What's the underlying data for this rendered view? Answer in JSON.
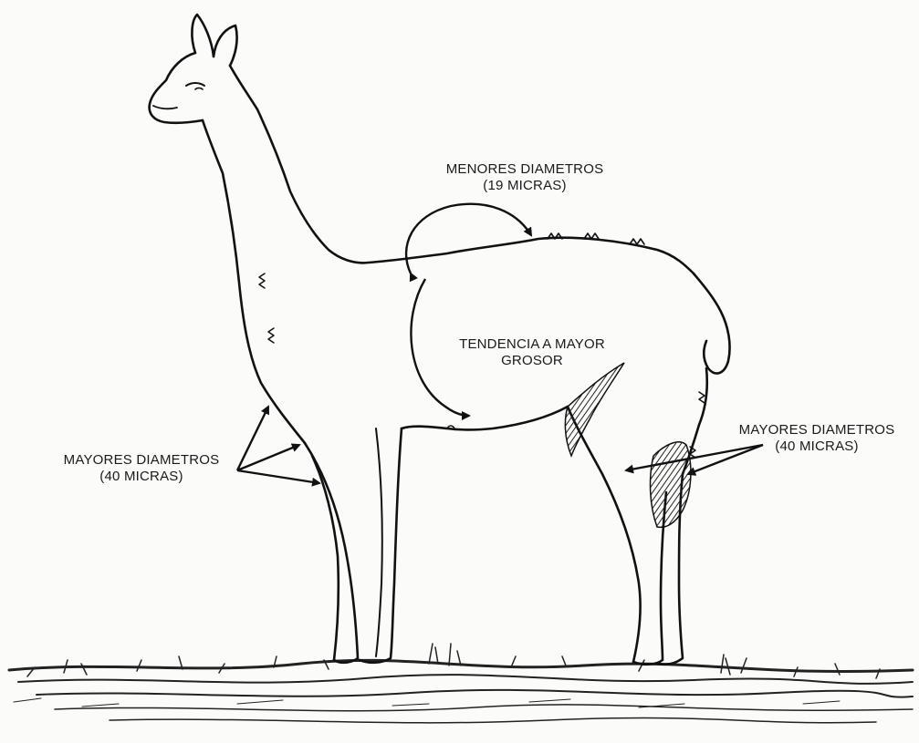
{
  "labels": {
    "menores": {
      "line1": "MENORES DIAMETROS",
      "line2": "(19 MICRAS)"
    },
    "tendencia": {
      "line1": "TENDENCIA A MAYOR",
      "line2": "GROSOR"
    },
    "mayores_left": {
      "line1": "MAYORES DIAMETROS",
      "line2": "(40  MICRAS)"
    },
    "mayores_right": {
      "line1": "MAYORES DIAMETROS",
      "line2": "(40  MICRAS)"
    }
  }
}
